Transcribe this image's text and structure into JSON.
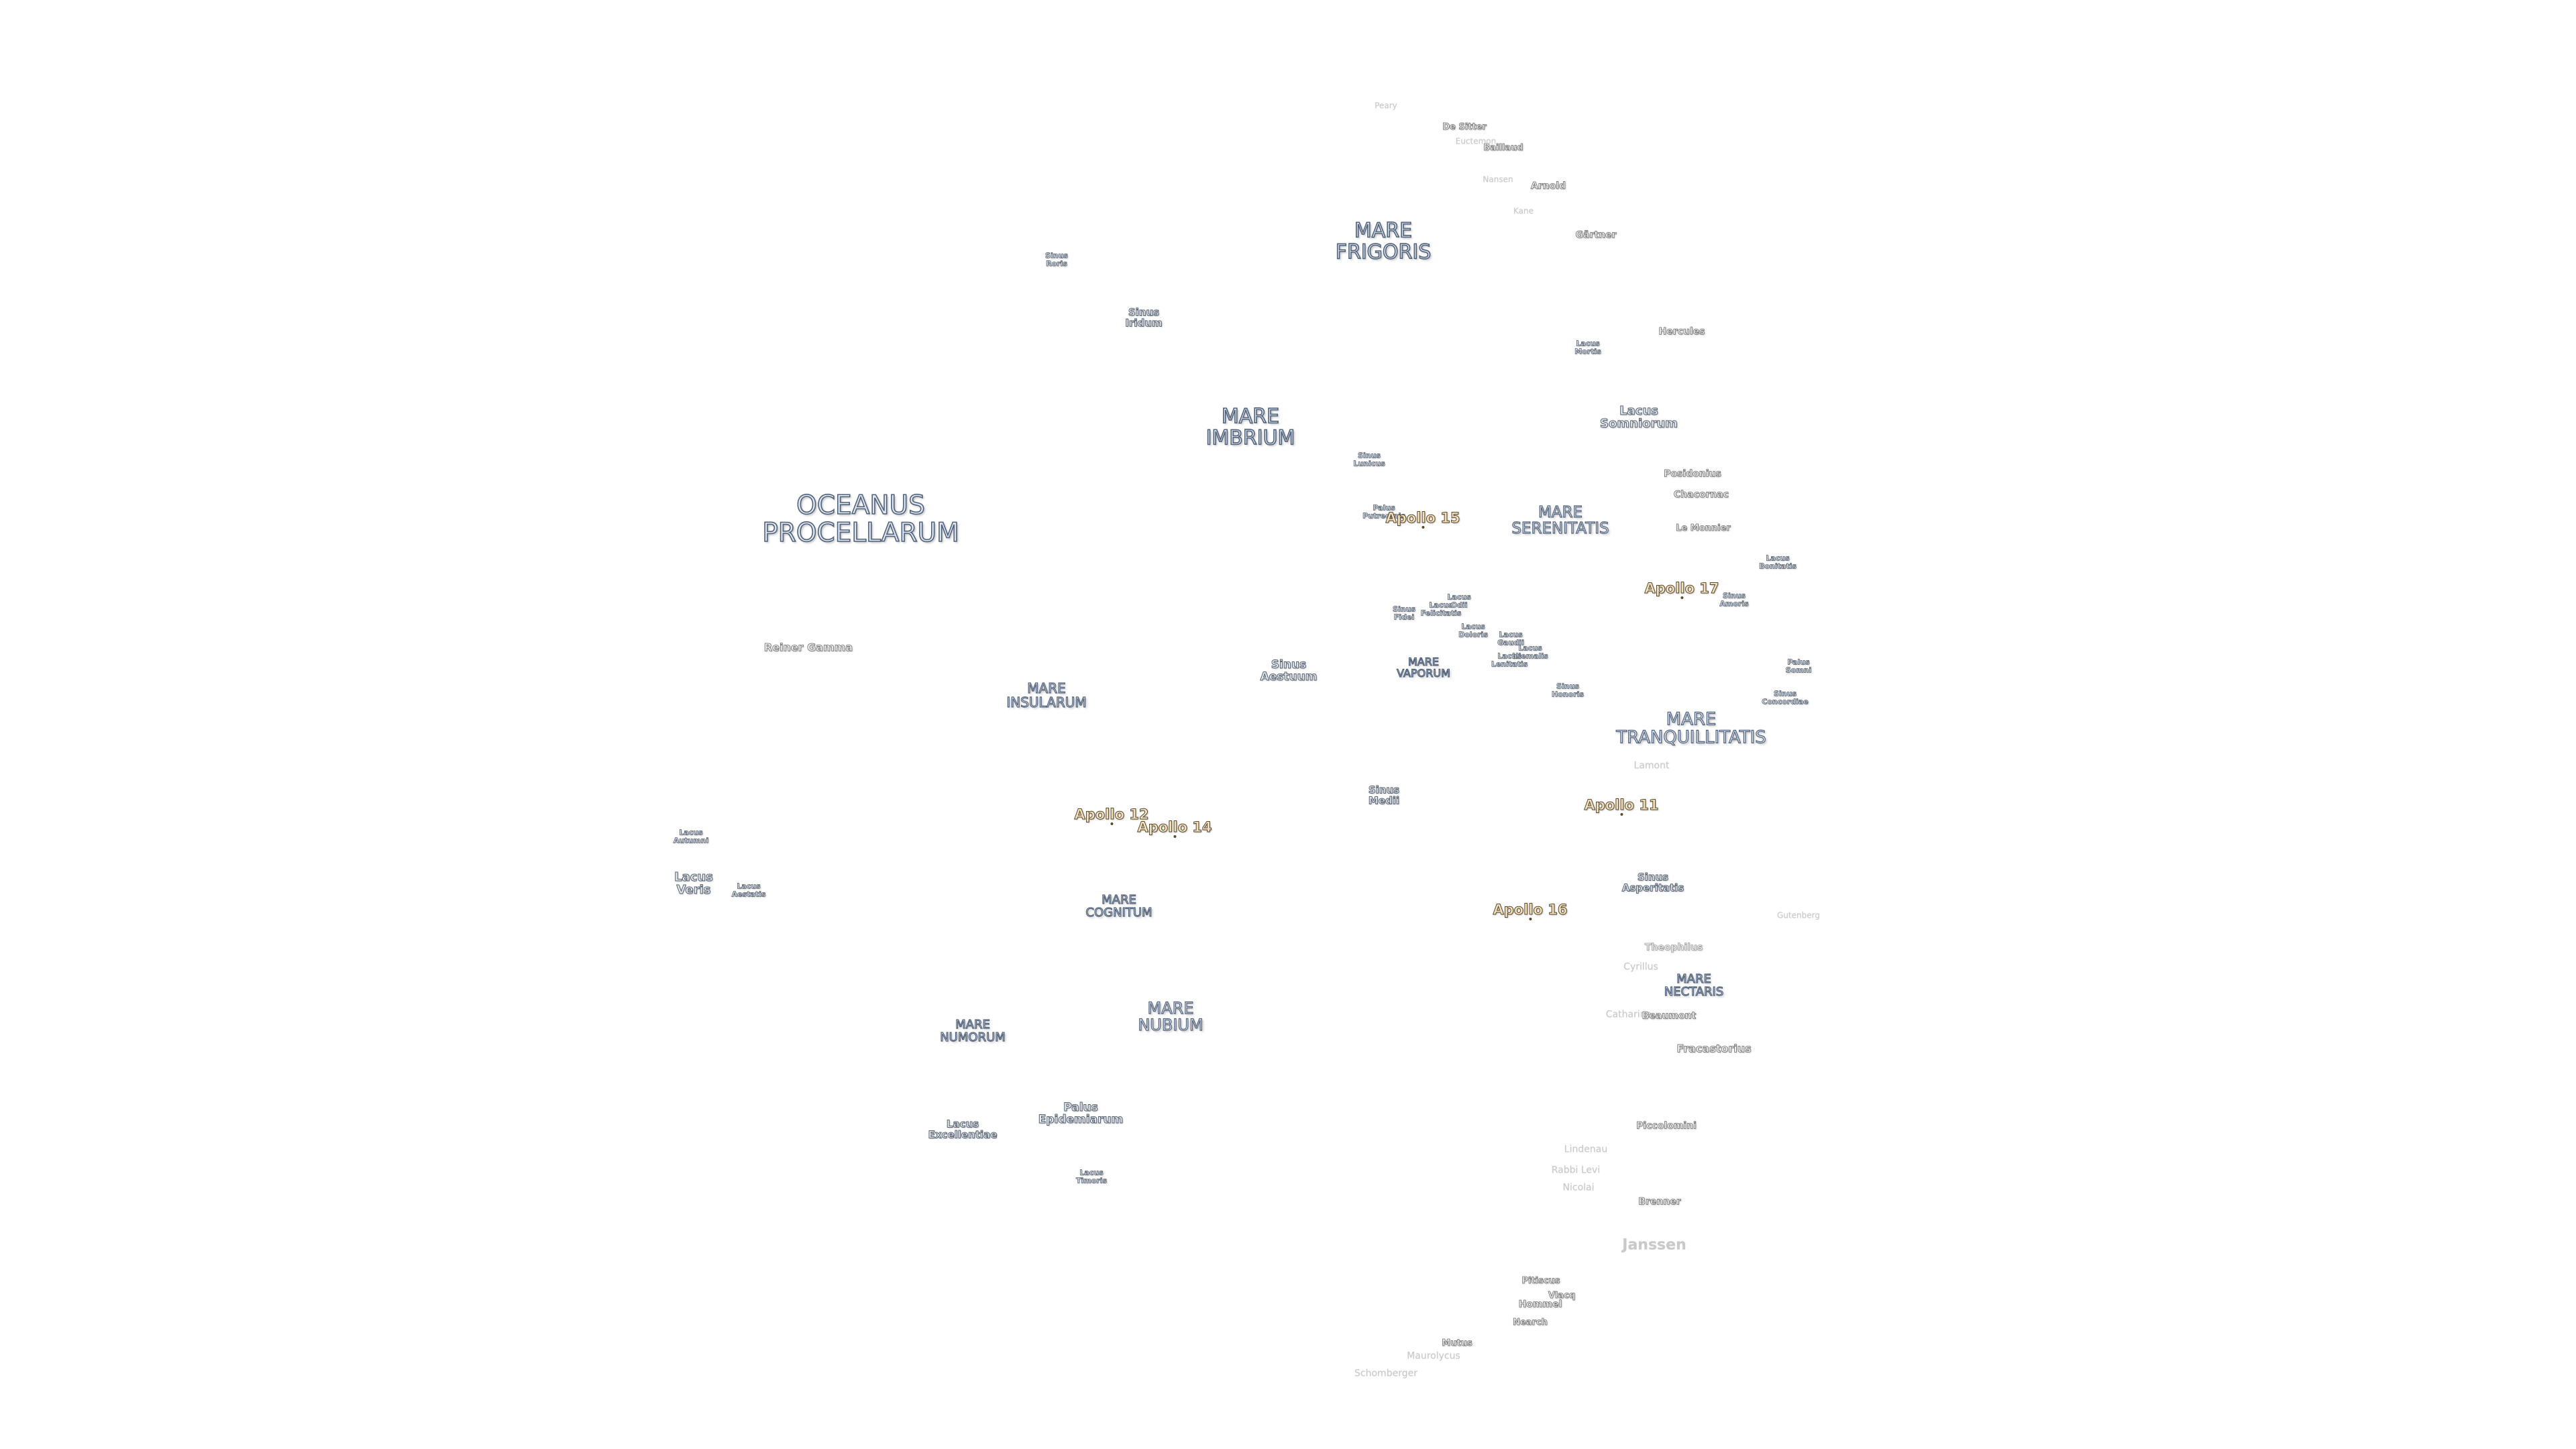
{
  "maria": {
    "oceanus_procellarum": "OCEANUS\nPROCELLARUM",
    "mare_frigoris": "MARE\nFRIGORIS",
    "mare_imbrium": "MARE\nIMBRIUM",
    "mare_serenitatis": "MARE\nSERENITATIS",
    "mare_tranquillitatis": "MARE\nTRANQUILLITATIS",
    "mare_insularum": "MARE\nINSULARUM",
    "mare_vaporum": "MARE\nVAPORUM",
    "mare_cognitum": "MARE\nCOGNITUM",
    "mare_nubium": "MARE\nNUBIUM",
    "mare_numorum": "MARE\nNUMORUM",
    "mare_nectaris": "MARE\nNECTARIS"
  },
  "sinus_lacus_palus": {
    "sinus_roris": "Sinus\nRoris",
    "sinus_iridum": "Sinus\nIridum",
    "lacus_mortis": "Lacus\nMortis",
    "lacus_somniorum": "Lacus\nSomniorum",
    "sinus_lunicus": "Sinus\nLunicus",
    "palus_putredinis": "Palus\nPutredinis",
    "lacus_bonitatis": "Lacus\nBonitatis",
    "sinus_amoris": "Sinus\nAmoris",
    "sinus_fidei": "Sinus\nFidei",
    "lacus_felicitatis": "Lacus\nFelicitatis",
    "lacus_odii": "Lacus\nOdii",
    "lacus_doloris": "Lacus\nDoloris",
    "lacus_gaudii": "Lacus\nGaudii",
    "lacus_hiemalis": "Lacus\nHiemalis",
    "lacus_lenitatis": "Lacus\nLenitatis",
    "sinus_aestuum": "Sinus\nAestuum",
    "sinus_honoris": "Sinus\nHonoris",
    "palus_somni": "Palus\nSomni",
    "sinus_concordiae": "Sinus\nConcordiae",
    "sinus_medii": "Sinus\nMedii",
    "sinus_asperitatis": "Sinus\nAsperitatis",
    "lacus_autumni": "Lacus\nAutumni",
    "lacus_veris": "Lacus\nVeris",
    "lacus_aestatis": "Lacus\nAestatis",
    "palus_epidemiarum": "Palus\nEpidemiarum",
    "lacus_excellentiae": "Lacus\nExcellentiae",
    "lacus_timoris": "Lacus\nTimoris"
  },
  "features": {
    "peary": "Peary",
    "de_sitter": "De Sitter",
    "baillaud": "Baillaud",
    "euctemon": "Euctemon",
    "nansen": "Nansen",
    "arnold": "Arnold",
    "kane": "Kane",
    "gartner": "Gärtner",
    "hercules": "Hercules",
    "posidonius": "Posidonius",
    "chacornac": "Chacornac",
    "le_monnier": "Le Monnier",
    "reiner_gamma": "Reiner Gamma",
    "lamont": "Lamont",
    "gutenberg": "Gutenberg",
    "theophilus": "Theophilus",
    "cyrillus": "Cyrillus",
    "catharina": "Catharina",
    "beaumont": "Beaumont",
    "fracastorius": "Fracastorius",
    "piccolomini": "Piccolomini",
    "lindenau": "Lindenau",
    "rabbi_levi": "Rabbi Levi",
    "nicolai": "Nicolai",
    "brenner": "Brenner",
    "janssen": "Janssen",
    "pitiscus": "Pitiscus",
    "vlacq": "Vlacq",
    "hommel": "Hommel",
    "nearch": "Nearch",
    "mutus": "Mutus",
    "maurolycus": "Maurolycus",
    "schomberger": "Schomberger"
  },
  "apollo": {
    "apollo_11": "Apollo 11",
    "apollo_12": "Apollo 12",
    "apollo_14": "Apollo 14",
    "apollo_15": "Apollo 15",
    "apollo_16": "Apollo 16",
    "apollo_17": "Apollo 17"
  },
  "colors": {
    "background": "#ffffff",
    "mare_fill": "#dfe7f1",
    "mare_outline": "#52627a",
    "apollo_fill": "#f4e2bf",
    "apollo_outline": "#5a4a2d",
    "faint_label": "#c9c9c9"
  }
}
